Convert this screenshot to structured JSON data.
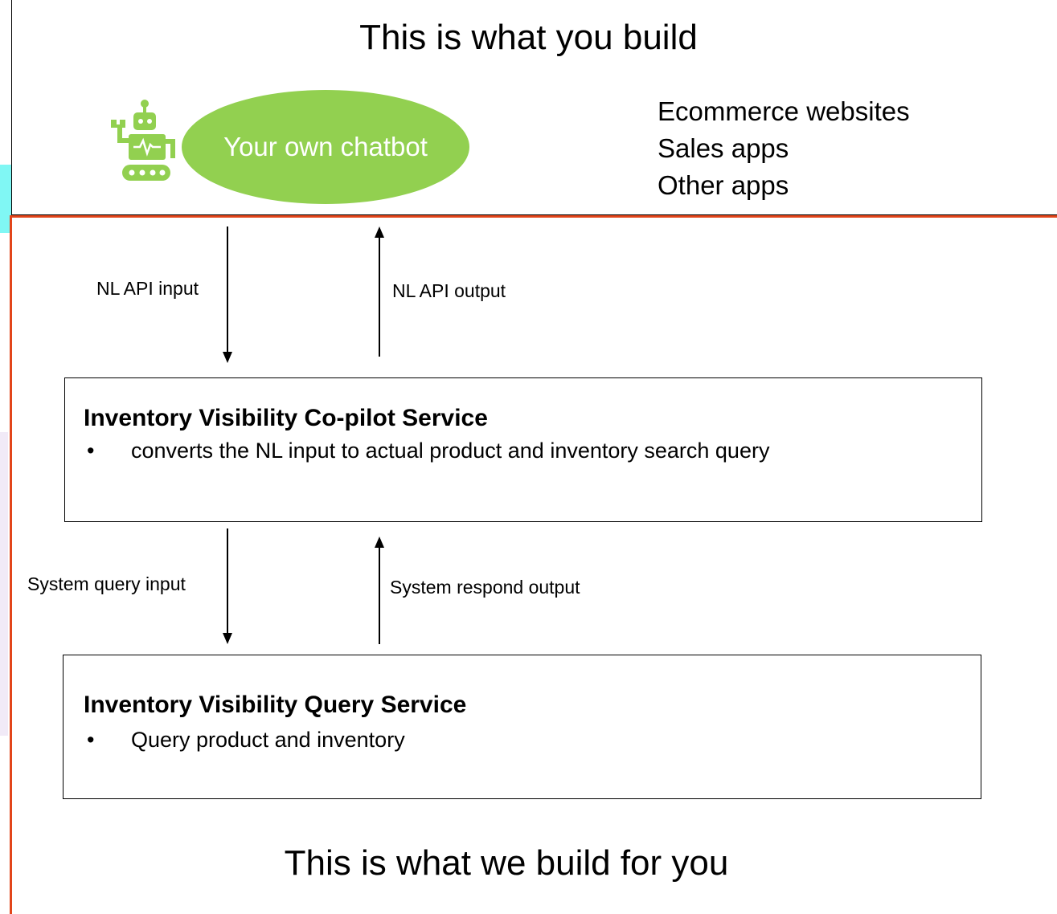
{
  "top": {
    "title": "This is what you build",
    "chatbot_label": "Your own chatbot",
    "apps": [
      "Ecommerce websites",
      "Sales apps",
      "Other apps"
    ]
  },
  "flows": {
    "nl_input": "NL API input",
    "nl_output": "NL API output",
    "sys_input": "System query input",
    "sys_output": "System respond output"
  },
  "copilot": {
    "title": "Inventory Visibility Co-pilot Service",
    "bullet": "converts the NL input to actual product and inventory search query"
  },
  "query": {
    "title": "Inventory Visibility Query Service",
    "bullet": "Query product and inventory"
  },
  "bottom": {
    "title": "This is what we build for you"
  },
  "colors": {
    "chatbot_fill": "#92d050",
    "robot_icon": "#92d050",
    "frame_red": "#e2451a"
  },
  "icons": {
    "robot": "robot-icon",
    "bullet": "•"
  }
}
